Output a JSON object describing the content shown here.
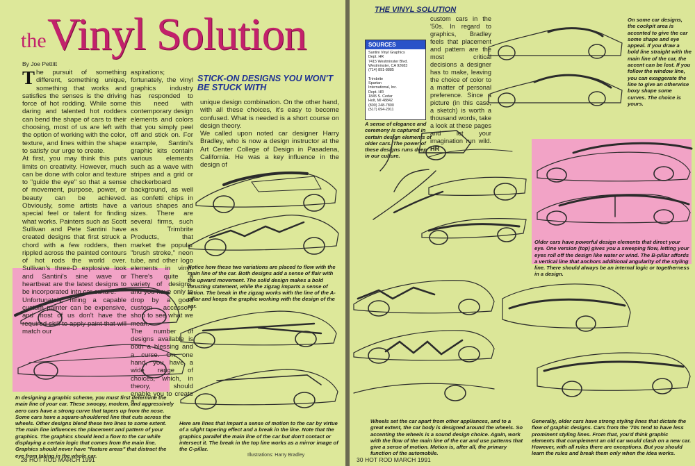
{
  "colors": {
    "page": "#dde89a",
    "pink": "#f2a3c6",
    "title_magenta": "#c2216b",
    "headline_blue": "#1c2f93",
    "sources_header": "#2a52c8"
  },
  "left": {
    "title_the": "the",
    "title_main": "Vinyl Solution",
    "byline": "By Joe Pettitt",
    "drop_cap": "T",
    "col1": "he pursuit of something different, something unique, something that works and satisfies the senses is the driving force of hot rodding. While some daring and talented hot rodders can bend the shape of cars to their choosing, most of us are left with the option of working with the color, texture, and lines within the shape to satisfy our urge to create.\n   At first, you may think this puts limits on creativity. However, much can be done with color and texture to \"guide the eye\" so that a sense of movement, purpose, power, or beauty can be achieved. Obviously, some artists have a special feel or talent for finding what works. Painters such as Scott Sullivan and Pete Santini have created designs that first struck a chord with a few rodders, then rippled across the painted contours of hot rods the world over. Sullivan's three-D explosive look and Santini's sine wave or heartbeat are the latest designs to be incorporated into car culture.\n   Unfortunately, hiring a capable custom painter can be expensive, and most of us don't have the required skill to apply paint that will match our",
    "col2": "aspirations; fortunately, the vinyl graphics industry has responded to this need with contemporary design elements and colors that you simply peel off and stick on. For example, Santini's graphic kits contain various elements such as a wave with stripes and a grid or checkerboard background, as well as confetti chips in various shapes and sizes. There are several firms, such as Trimbrite Products, that market the popular \"brush stroke,\" neon tube, and other logo elements in vinyl. There's quite a variety of designs, and you have only to drop by a good custom accessory shop to see what we mean.\n   The number of designs available is both a blessing and a curse. On one hand, you have a wide range of choices, which, in theory, should enable you to create a",
    "headline": "STICK-ON DESIGNS YOU WON'T BE STUCK WITH",
    "col3": "unique design combination. On the other hand, with all these choices, it's easy to become confused. What is needed is a short course on design theory.\n   We called upon noted car designer Harry Bradley, who is now a design instructor at the Art Center College of Design in Pasadena, California. He was a key influence in the design of",
    "cap_flow": "Notice how these two variations are placed to flow with the main line of the car. Both designs add a sense of flair with the upward movement. The solid design makes a bold thrusting statement, while the zigzag imparts a sense of action. The break in the zigzag works with the line of the A-pillar and keeps the graphic working with the design of the car.",
    "cap_scheme": "In designing a graphic scheme, you must first determine the main line of your car. These swoopy, modern, and aggressively aero cars have a strong curve that tapers up from the nose. Some cars have a square-shouldered line that cuts across the wheels. Other designs blend these two lines to some extent. The main line influences the placement and pattern of your graphics. The graphics should lend a flow to the car while displaying a certain logic that comes from the main line. Graphics should never have \"feature areas\" that distract the eye from taking in the whole car.",
    "cap_motion": "Here are lines that impart a sense of motion to the car by virtue of a slight tapering effect and a break in the line. Note that the graphics parallel the main line of the car but don't contact or intersect it. The break in the top line works as a mirror image of the C-pillar.",
    "credit": "Illustrations: Harry Bradley",
    "folio": "28 HOT ROD MARCH 1991"
  },
  "right": {
    "running_head": "THE VINYL SOLUTION",
    "col1": "custom cars in the '50s. In regard to graphics, Bradley feels that placement and pattern are the most critical decisions a designer has to make, leaving the choice of color to a matter of personal preference. Since a picture (in this case, a sketch) is worth a thousand words, take a look at these pages and let your imagination run wild.",
    "end_mark": "HR",
    "sources": {
      "title": "SOURCES",
      "text": "Santini Vinyl Graphics\nDept. HR\n7415 Westminster Blvd.\nWestminster, CA 92683\n(714) 891-8885\n\nTrimbrite\nSpartan\nInternational, Inc.\nDept. HR\n1845 S. Cedar\nHolt, MI 48842\n(800) 248-7800\n(517) 694-2911"
    },
    "cap_cockpit": "On some car designs, the cockpit area is accented to give the car some shape and eye appeal. If you draw a bold line straight with the main line of the car, the accent can be lost. If you follow the window line, you can exaggerate the line to give an otherwise boxy shape some curves. The choice is yours.",
    "cap_elegance": "A sense of elegance and ceremony is captured in certain design elements of older cars. The power of these designs runs deep in our culture.",
    "cap_older": "Older cars have powerful design elements that direct your eye. One version (top) gives you a sweeping flow, letting your eyes roll off the design like water or wind. The B-pillar affords a vertical line that anchors additional angularity of the styling line. There should always be an internal logic or togetherness in a design.",
    "cap_wheels": "Wheels set the car apart from other appliances, and to a great extent, the car body is designed around the wheels. So accenting the wheels is a sound design choice. Again, work with the flow of the main line of the car and use patterns that give a sense of motion. Motion is, after all, the primary function of the automobile.",
    "cap_styling": "Generally, older cars have strong styling lines that dictate the flow of graphic designs. Cars from the '70s tend to have less prominent styling lines. From that, you'd think graphic elements that complement an old car would clash on a new car. However, with all rules there are exceptions. But you should learn the rules and break them only when the idea works.",
    "folio": "30 HOT ROD MARCH 1991"
  }
}
